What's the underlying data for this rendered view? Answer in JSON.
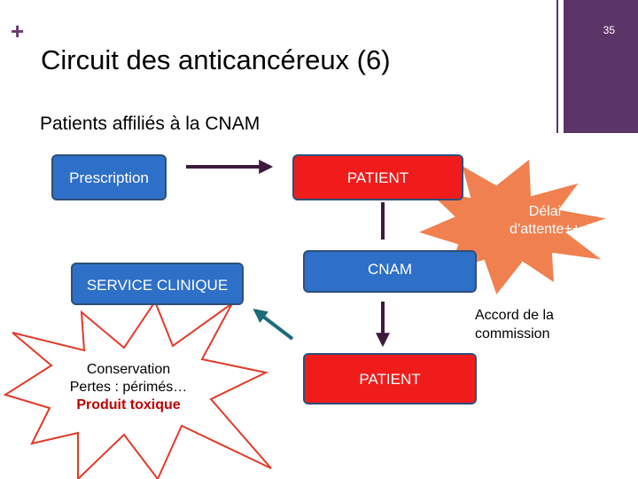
{
  "slide": {
    "plus_symbol": "+",
    "page_number": "35",
    "title": "Circuit  des anticancéreux (6)",
    "subtitle": "Patients affiliés à la CNAM"
  },
  "diagram": {
    "prescription": "Prescription",
    "patient_top": "PATIENT",
    "delay_line1": "Délai",
    "delay_line2": "d’attente++",
    "service_clinique": "SERVICE CLINIQUE",
    "cnam": "CNAM",
    "accord_line1": "Accord de la",
    "accord_line2": "commission",
    "conservation_line1": "Conservation",
    "conservation_line2": "Pertes : périmés…",
    "conservation_line3": "Produit toxique",
    "patient_bottom": "PATIENT"
  },
  "colors": {
    "accent_purple": "#5b3468",
    "box_blue": "#2e6fc8",
    "box_red": "#f01c1c",
    "star_orange": "#f08050",
    "arrow_dark": "#3d1a3d",
    "arrow_teal": "#1b6b78",
    "toxic_red": "#c00000"
  }
}
